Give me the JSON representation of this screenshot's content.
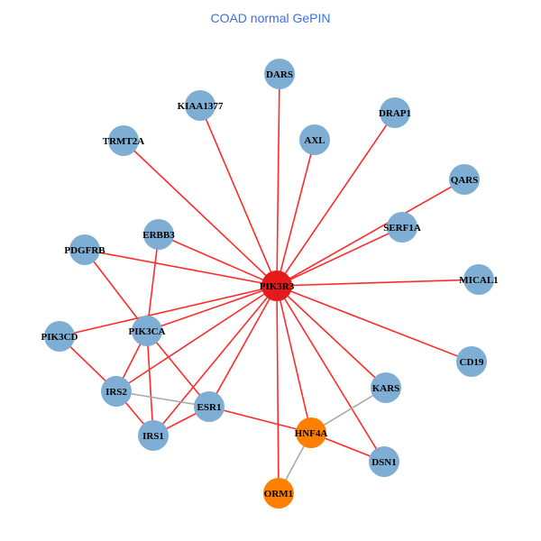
{
  "title": "COAD normal GePIN",
  "colors": {
    "default": "#7eaed3",
    "hub": "#e41a1c",
    "highlight": "#ff8000",
    "edge_red": "#ff2a2a",
    "edge_grey": "#a8a8a8"
  },
  "nodes": [
    {
      "id": "PIK3R3",
      "type": "hub"
    },
    {
      "id": "DARS",
      "type": "default"
    },
    {
      "id": "KIAA1377",
      "type": "default"
    },
    {
      "id": "TRMT2A",
      "type": "default"
    },
    {
      "id": "AXL",
      "type": "default"
    },
    {
      "id": "DRAP1",
      "type": "default"
    },
    {
      "id": "QARS",
      "type": "default"
    },
    {
      "id": "SERF1A",
      "type": "default"
    },
    {
      "id": "MICAL1",
      "type": "default"
    },
    {
      "id": "CD19",
      "type": "default"
    },
    {
      "id": "KARS",
      "type": "default"
    },
    {
      "id": "DSN1",
      "type": "default"
    },
    {
      "id": "HNF4A",
      "type": "highlight"
    },
    {
      "id": "ORM1",
      "type": "highlight"
    },
    {
      "id": "ESR1",
      "type": "default"
    },
    {
      "id": "IRS1",
      "type": "default"
    },
    {
      "id": "IRS2",
      "type": "default"
    },
    {
      "id": "PIK3CD",
      "type": "default"
    },
    {
      "id": "PIK3CA",
      "type": "default"
    },
    {
      "id": "PDGFRB",
      "type": "default"
    },
    {
      "id": "ERBB3",
      "type": "default"
    }
  ],
  "edges": [
    [
      "PIK3R3",
      "DARS",
      "red"
    ],
    [
      "PIK3R3",
      "KIAA1377",
      "red"
    ],
    [
      "PIK3R3",
      "TRMT2A",
      "red"
    ],
    [
      "PIK3R3",
      "AXL",
      "red"
    ],
    [
      "PIK3R3",
      "DRAP1",
      "red"
    ],
    [
      "PIK3R3",
      "QARS",
      "red"
    ],
    [
      "PIK3R3",
      "SERF1A",
      "red"
    ],
    [
      "PIK3R3",
      "MICAL1",
      "red"
    ],
    [
      "PIK3R3",
      "CD19",
      "red"
    ],
    [
      "PIK3R3",
      "KARS",
      "red"
    ],
    [
      "PIK3R3",
      "DSN1",
      "red"
    ],
    [
      "PIK3R3",
      "HNF4A",
      "red"
    ],
    [
      "PIK3R3",
      "ORM1",
      "red"
    ],
    [
      "PIK3R3",
      "ESR1",
      "red"
    ],
    [
      "PIK3R3",
      "IRS1",
      "red"
    ],
    [
      "PIK3R3",
      "IRS2",
      "red"
    ],
    [
      "PIK3R3",
      "PIK3CD",
      "red"
    ],
    [
      "PIK3R3",
      "PIK3CA",
      "red"
    ],
    [
      "PIK3R3",
      "PDGFRB",
      "red"
    ],
    [
      "PIK3R3",
      "ERBB3",
      "red"
    ],
    [
      "PDGFRB",
      "PIK3CA",
      "red"
    ],
    [
      "ERBB3",
      "PIK3CA",
      "red"
    ],
    [
      "PIK3CD",
      "IRS2",
      "red"
    ],
    [
      "PIK3CA",
      "IRS2",
      "red"
    ],
    [
      "PIK3CA",
      "IRS1",
      "red"
    ],
    [
      "PIK3CA",
      "ESR1",
      "red"
    ],
    [
      "IRS2",
      "IRS1",
      "red"
    ],
    [
      "IRS1",
      "ESR1",
      "red"
    ],
    [
      "IRS2",
      "ESR1",
      "grey"
    ],
    [
      "ESR1",
      "HNF4A",
      "red"
    ],
    [
      "HNF4A",
      "DSN1",
      "red"
    ],
    [
      "HNF4A",
      "KARS",
      "grey"
    ],
    [
      "HNF4A",
      "ORM1",
      "grey"
    ]
  ]
}
